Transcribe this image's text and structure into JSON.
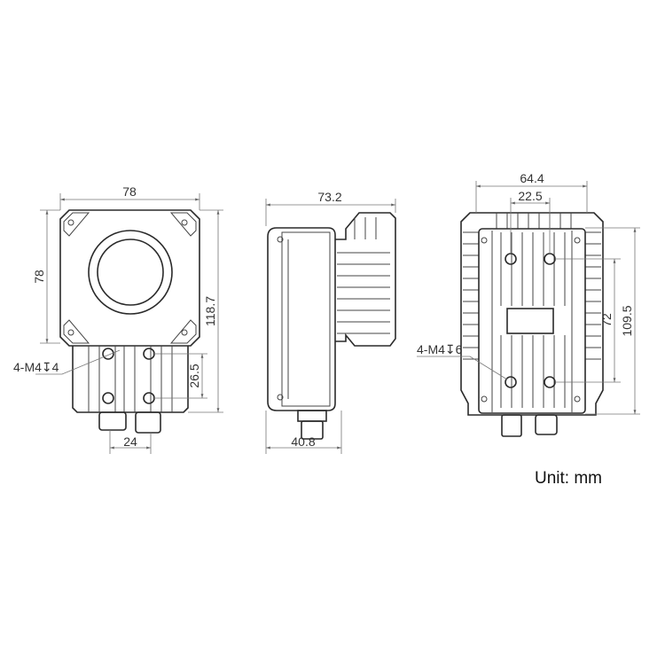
{
  "front_view": {
    "width": "78",
    "height_plate": "78",
    "height_total": "118.7",
    "hole_spacing": "26.5",
    "connector_spacing": "24",
    "thread_note": "4-M4↧4"
  },
  "side_view": {
    "depth": "73.2",
    "body_depth": "40.8"
  },
  "back_view": {
    "width": "64.4",
    "hole_spacing_h": "22.5",
    "hole_spacing_v": "72",
    "height": "109.5",
    "thread_note": "4-M4↧6"
  },
  "unit_label": "Unit: mm"
}
